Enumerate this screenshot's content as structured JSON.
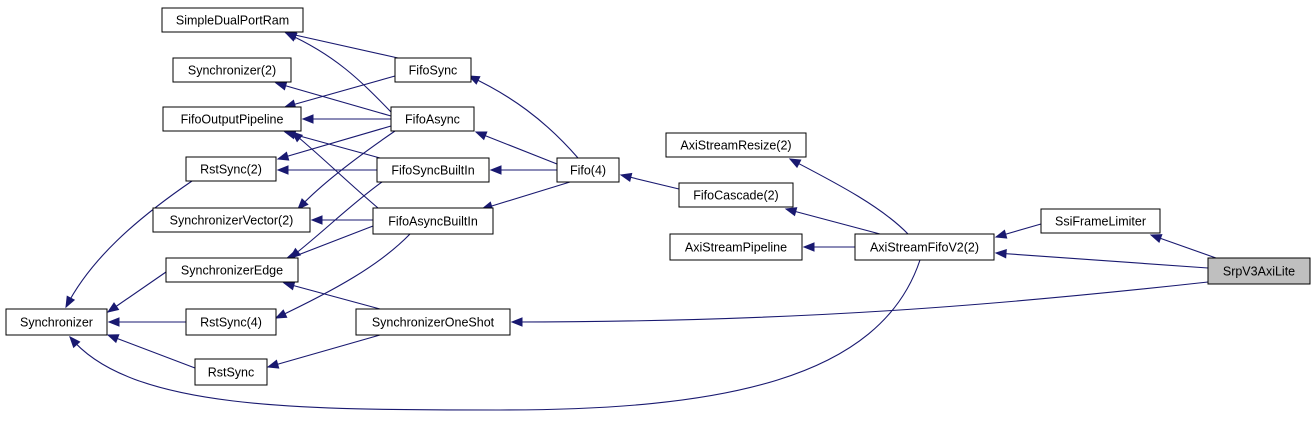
{
  "nodes": {
    "simple_dual_port_ram": "SimpleDualPortRam",
    "synchronizer_2": "Synchronizer(2)",
    "fifo_output_pipeline": "FifoOutputPipeline",
    "rst_sync_2": "RstSync(2)",
    "synchronizer_vector_2": "SynchronizerVector(2)",
    "synchronizer_edge": "SynchronizerEdge",
    "synchronizer": "Synchronizer",
    "rst_sync_4": "RstSync(4)",
    "rst_sync": "RstSync",
    "fifo_sync": "FifoSync",
    "fifo_async": "FifoAsync",
    "fifo_sync_built_in": "FifoSyncBuiltIn",
    "fifo_async_built_in": "FifoAsyncBuiltIn",
    "synchronizer_one_shot": "SynchronizerOneShot",
    "fifo_4": "Fifo(4)",
    "axi_stream_resize_2": "AxiStreamResize(2)",
    "fifo_cascade_2": "FifoCascade(2)",
    "axi_stream_pipeline": "AxiStreamPipeline",
    "axi_stream_fifo_v2_2": "AxiStreamFifoV2(2)",
    "ssi_frame_limiter": "SsiFrameLimiter",
    "srp_v3_axi_lite": "SrpV3AxiLite"
  },
  "root_node": "srp_v3_axi_lite",
  "edges": [
    {
      "from": "srp_v3_axi_lite",
      "to": "ssi_frame_limiter"
    },
    {
      "from": "srp_v3_axi_lite",
      "to": "axi_stream_fifo_v2_2"
    },
    {
      "from": "srp_v3_axi_lite",
      "to": "synchronizer_one_shot"
    },
    {
      "from": "ssi_frame_limiter",
      "to": "axi_stream_fifo_v2_2"
    },
    {
      "from": "axi_stream_fifo_v2_2",
      "to": "axi_stream_resize_2"
    },
    {
      "from": "axi_stream_fifo_v2_2",
      "to": "fifo_cascade_2"
    },
    {
      "from": "axi_stream_fifo_v2_2",
      "to": "axi_stream_pipeline"
    },
    {
      "from": "axi_stream_fifo_v2_2",
      "to": "synchronizer"
    },
    {
      "from": "fifo_cascade_2",
      "to": "fifo_4"
    },
    {
      "from": "fifo_4",
      "to": "fifo_sync"
    },
    {
      "from": "fifo_4",
      "to": "fifo_async"
    },
    {
      "from": "fifo_4",
      "to": "fifo_sync_built_in"
    },
    {
      "from": "fifo_4",
      "to": "fifo_async_built_in"
    },
    {
      "from": "fifo_sync",
      "to": "simple_dual_port_ram"
    },
    {
      "from": "fifo_sync",
      "to": "fifo_output_pipeline"
    },
    {
      "from": "fifo_async",
      "to": "simple_dual_port_ram"
    },
    {
      "from": "fifo_async",
      "to": "synchronizer_2"
    },
    {
      "from": "fifo_async",
      "to": "fifo_output_pipeline"
    },
    {
      "from": "fifo_async",
      "to": "rst_sync_2"
    },
    {
      "from": "fifo_async",
      "to": "synchronizer_vector_2"
    },
    {
      "from": "fifo_sync_built_in",
      "to": "fifo_output_pipeline"
    },
    {
      "from": "fifo_sync_built_in",
      "to": "rst_sync_2"
    },
    {
      "from": "fifo_sync_built_in",
      "to": "synchronizer_edge"
    },
    {
      "from": "fifo_async_built_in",
      "to": "fifo_output_pipeline"
    },
    {
      "from": "fifo_async_built_in",
      "to": "synchronizer_vector_2"
    },
    {
      "from": "fifo_async_built_in",
      "to": "synchronizer_edge"
    },
    {
      "from": "fifo_async_built_in",
      "to": "rst_sync_4"
    },
    {
      "from": "synchronizer_one_shot",
      "to": "synchronizer_edge"
    },
    {
      "from": "synchronizer_one_shot",
      "to": "rst_sync"
    },
    {
      "from": "rst_sync_2",
      "to": "synchronizer"
    },
    {
      "from": "synchronizer_edge",
      "to": "synchronizer"
    },
    {
      "from": "rst_sync_4",
      "to": "synchronizer"
    },
    {
      "from": "rst_sync",
      "to": "synchronizer"
    }
  ],
  "colors": {
    "edge": "#191970",
    "node_border": "#000000",
    "node_fill": "#ffffff",
    "root_fill": "#bfbfbf"
  }
}
